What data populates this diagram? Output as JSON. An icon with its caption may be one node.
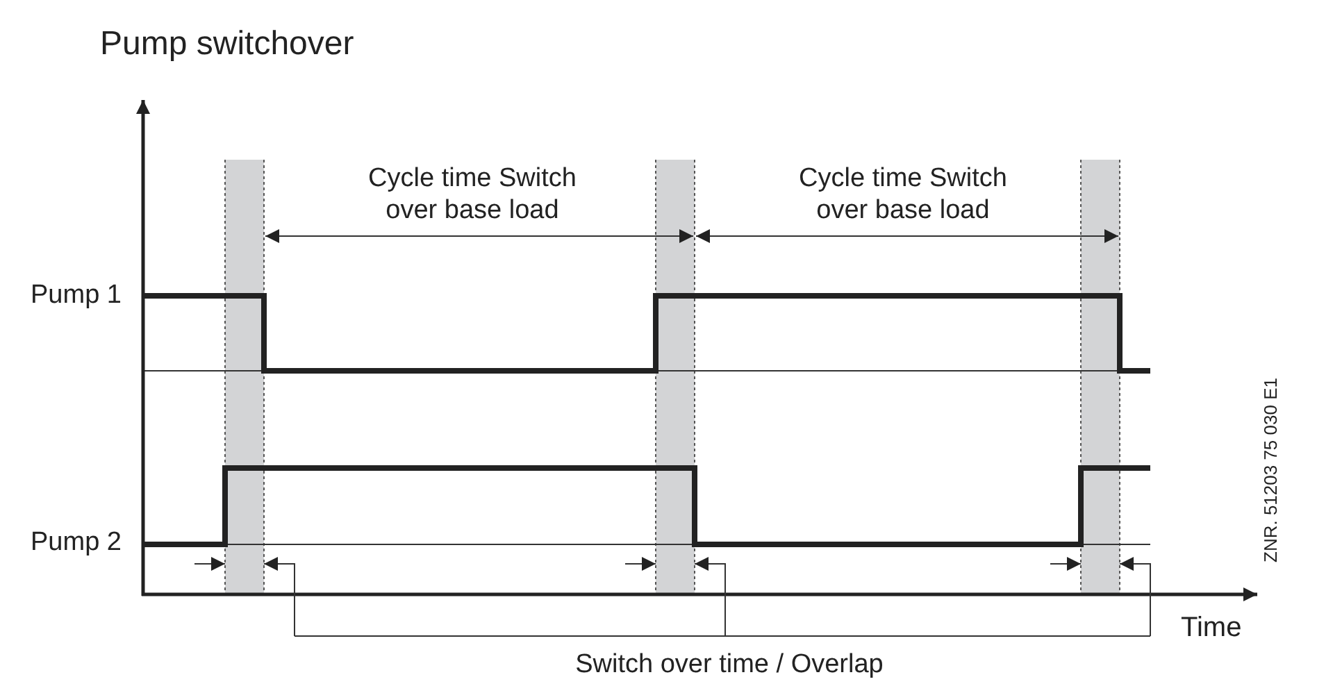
{
  "diagram": {
    "title": "Pump switchover",
    "labels": [
      "Cycle time Switch over base load",
      "Cycle time Switch over base load",
      "Pump 1",
      "Pump 2",
      "Time",
      "Switch over time / Overlap",
      "ZNR. 51203 75 030 E1"
    ]
  }
}
